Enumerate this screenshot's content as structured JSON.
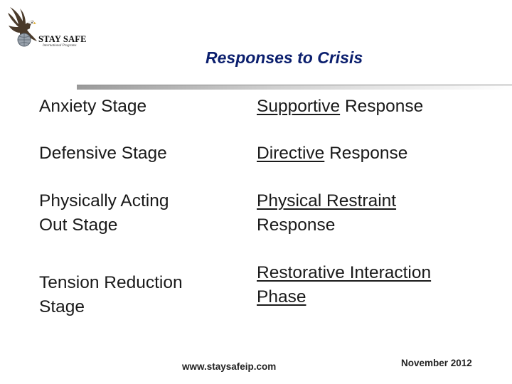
{
  "logo": {
    "name": "STAY SAFE",
    "tagline": "International Programs"
  },
  "title": "Responses to Crisis",
  "rows": [
    {
      "stage": [
        "Anxiety Stage"
      ],
      "response_keyword": "Supportive",
      "response_rest": " Response",
      "response_line2": ""
    },
    {
      "stage": [
        "Defensive Stage"
      ],
      "response_keyword": "Directive",
      "response_rest": " Response",
      "response_line2": ""
    },
    {
      "stage": [
        "Physically Acting",
        "Out Stage"
      ],
      "response_keyword": "Physical Restraint",
      "response_rest": "",
      "response_line2": "Response"
    },
    {
      "stage": [
        "Tension Reduction",
        "Stage"
      ],
      "response_keyword": "Restorative Interaction",
      "response_rest": "",
      "response_line2": "Phase"
    }
  ],
  "footer": {
    "url": "www.staysafeip.com",
    "date": "November 2012"
  }
}
